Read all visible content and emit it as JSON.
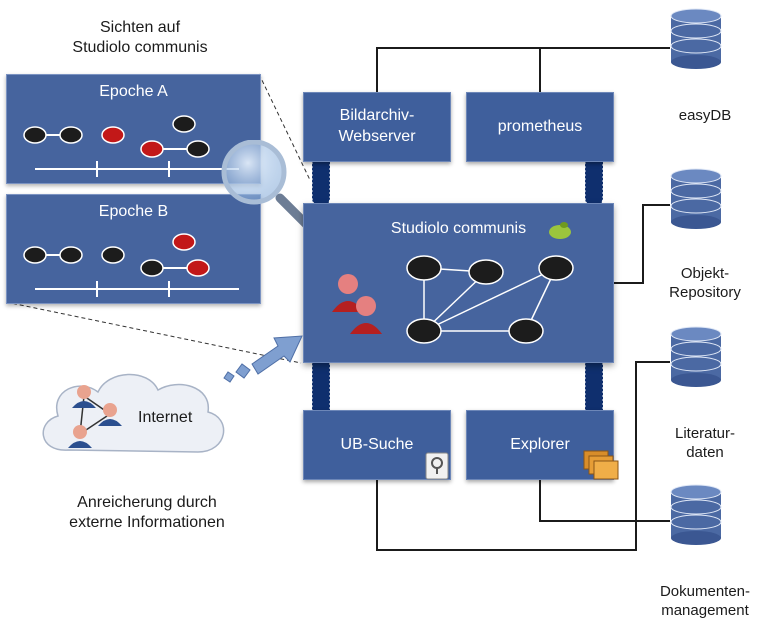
{
  "header": {
    "title_line1": "Sichten auf",
    "title_line2": "Studiolo communis"
  },
  "views": [
    {
      "label": "Epoche A"
    },
    {
      "label": "Epoche B"
    }
  ],
  "services": {
    "bildarchiv_line1": "Bildarchiv-",
    "bildarchiv_line2": "Webserver",
    "prometheus": "prometheus",
    "ub_suche": "UB-Suche",
    "explorer": "Explorer"
  },
  "main": {
    "title": "Studiolo communis"
  },
  "internet": {
    "label": "Internet",
    "caption_line1": "Anreicherung durch",
    "caption_line2": "externe Informationen"
  },
  "databases": [
    {
      "line1": "easyDB",
      "line2": ""
    },
    {
      "line1": "Objekt-",
      "line2": "Repository"
    },
    {
      "line1": "Literatur-",
      "line2": "daten"
    },
    {
      "line1": "Dokumenten-",
      "line2": "management"
    }
  ],
  "colors": {
    "box": "#3f5f9c",
    "node_dark": "#1c1c1c",
    "node_red": "#c21818",
    "wire": "#1b1b1b",
    "db_body": "#4b69a3"
  },
  "icons": [
    "magnifier-icon",
    "users-icon",
    "network-users-icon",
    "cloud-icon",
    "database-icon",
    "arrow-icon",
    "search-icon",
    "folders-icon",
    "leaf-icon"
  ]
}
